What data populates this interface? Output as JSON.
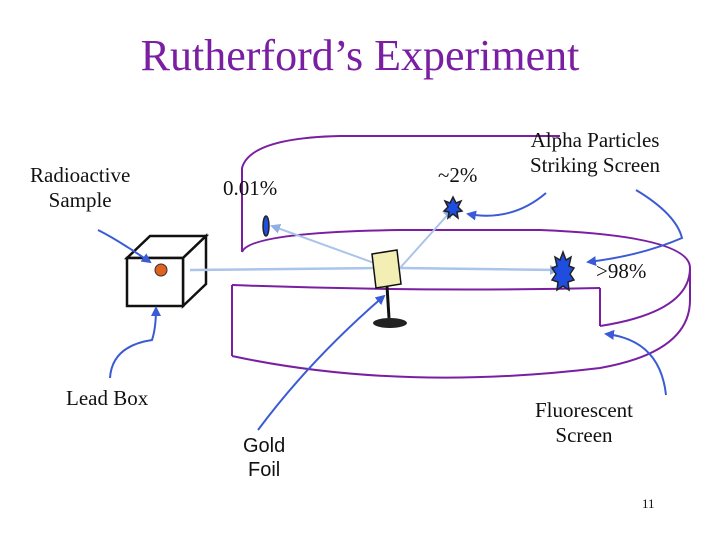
{
  "slide": {
    "title": "Rutherford’s Experiment",
    "labels": {
      "radioactive_sample": "Radioactive\nSample",
      "lead_box": "Lead Box",
      "gold_foil": "Gold\nFoil",
      "fluorescent_screen": "Fluorescent\nScreen",
      "alpha_particles_striking": "Alpha Particles\nStriking Screen",
      "pct_001": "0.01%",
      "pct_2": "~2%",
      "pct_98": ">98%"
    },
    "page_number": "11"
  },
  "colors": {
    "title": "#7a1fa2",
    "screen": "#7a1fa2",
    "arrows": "#3b5bd6",
    "beam": "#aac4ea",
    "spot": "#1f4de0",
    "foil": "#f2eeb4"
  }
}
